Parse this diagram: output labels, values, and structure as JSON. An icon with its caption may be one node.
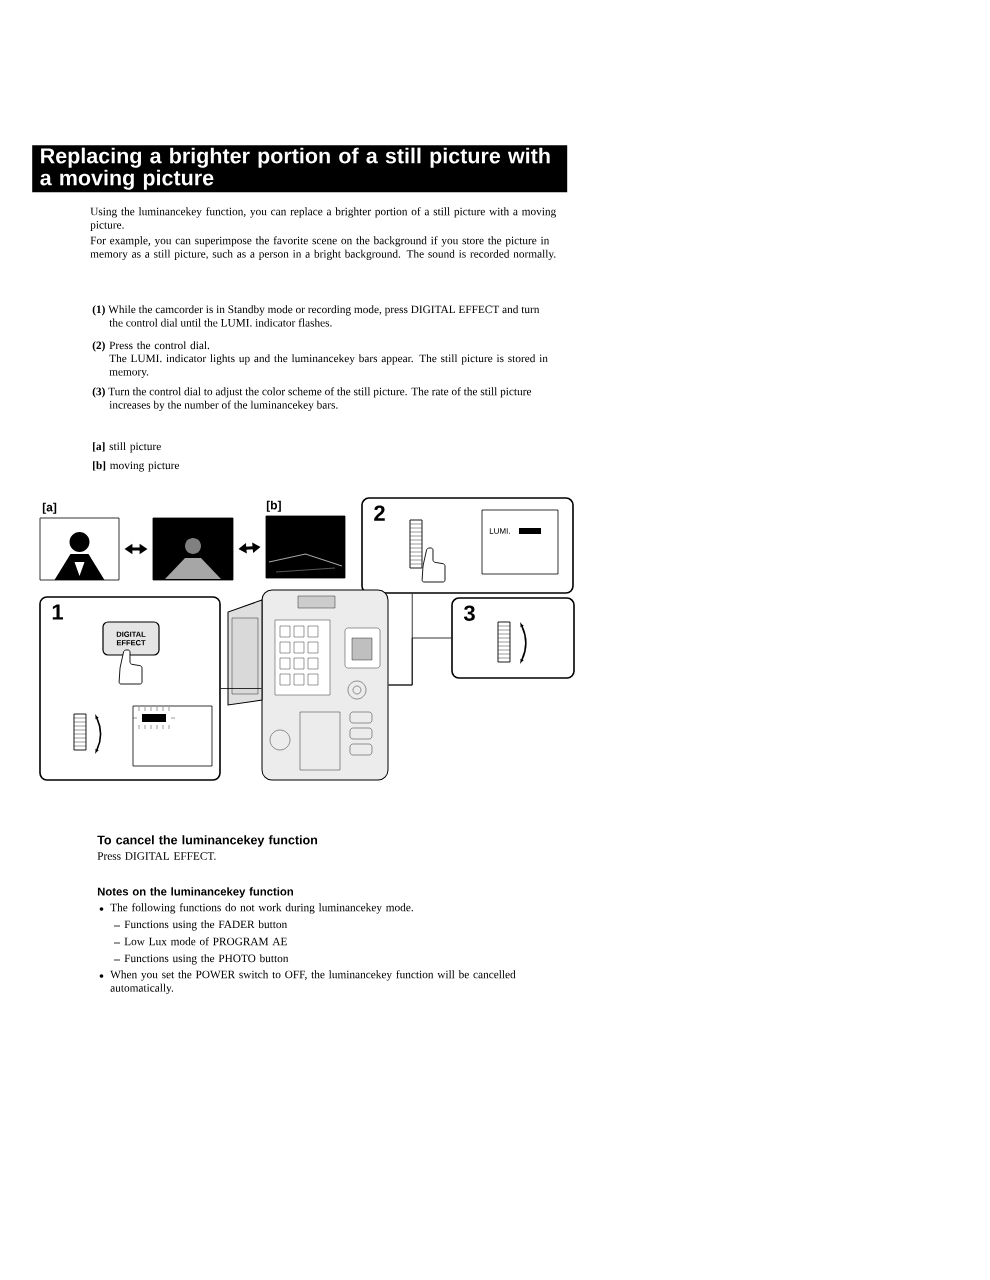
{
  "diagram": {
    "title": "Replacing a brighter portion of a still picture with a moving picture",
    "nodes": [
      {
        "text": [],
        "shape": "picture",
        "beside": [
          "[a]"
        ]
      },
      {
        "text": [],
        "shape": "picture"
      },
      {
        "text": [],
        "shape": "picture",
        "beside": [
          "[b]"
        ]
      },
      {
        "text": [
          "1"
        ]
      },
      {
        "text": [
          "DIGITAL EFFECT"
        ],
        "in": 3
      },
      {
        "text": [],
        "shape": "box",
        "in": 3
      },
      {
        "text": [
          "2"
        ]
      },
      {
        "text": [
          "LUMI."
        ],
        "in": 6
      },
      {
        "text": [
          "3"
        ]
      },
      {
        "text": [],
        "shape": "picture"
      }
    ],
    "edges": [
      {
        "from": 0,
        "to": 1,
        "arrow": "both",
        "style": "thick"
      },
      {
        "from": 1,
        "to": 2,
        "arrow": "both",
        "style": "thick"
      },
      {
        "from": 3,
        "to": 9,
        "arrow": "none"
      },
      {
        "from": 9,
        "to": 6,
        "arrow": "none"
      },
      {
        "from": 9,
        "to": 8,
        "arrow": "none"
      }
    ],
    "labels": [
      "Using the luminancekey function, you can replace a brighter portion of a still picture with a moving picture.",
      "For example, you can superimpose the favorite scene on the background if you store the picture in memory as a still picture, such as a person in a bright background. The sound is recorded normally.",
      "**(1)** While the camcorder is in Standby mode or recording mode, press DIGITAL EFFECT and turn the control dial until the LUMI. indicator flashes.",
      "**(2)** Press the control dial.",
      "The LUMI. indicator lights up and the luminancekey bars appear. The still picture is stored in memory.",
      "**(3)** Turn the control dial to adjust the color scheme of the still picture. The rate of the still picture increases by the number of the luminancekey bars.",
      "**[a]** still picture",
      "**[b]** moving picture",
      "To cancel the luminancekey function",
      "Press DIGITAL EFFECT.",
      "Notes on the luminancekey function",
      "The following functions do not work during luminancekey mode.",
      "Functions using the FADER button",
      "Low Lux mode of PROGRAM AE",
      "Functions using the PHOTO button",
      "When you set the POWER switch to OFF, the luminancekey function will be cancelled automatically."
    ]
  }
}
